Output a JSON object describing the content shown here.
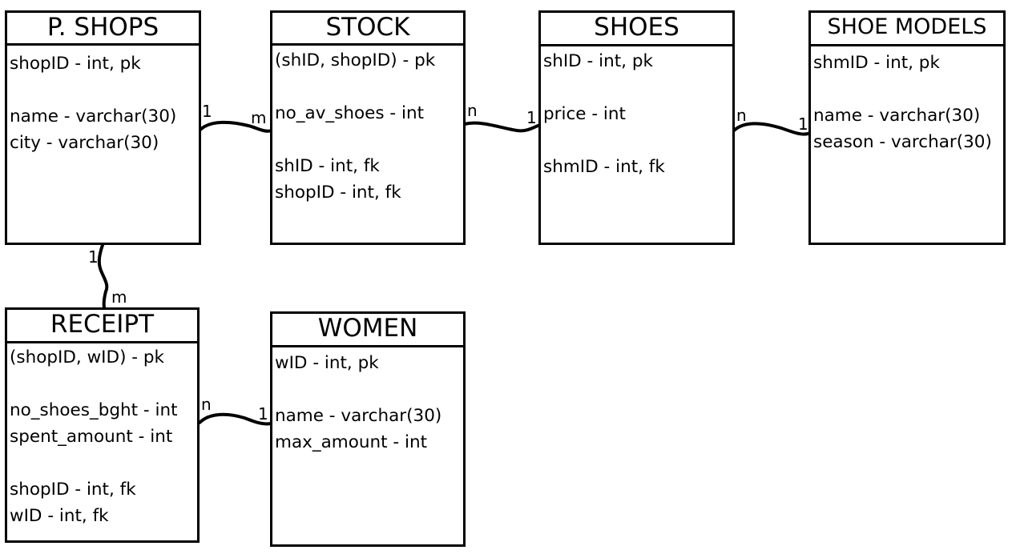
{
  "entities": {
    "shops": {
      "title": "P. SHOPS",
      "attributes": [
        "shopID - int, pk",
        "name - varchar(30)",
        "city - varchar(30)"
      ]
    },
    "stock": {
      "title": "STOCK",
      "attributes": [
        "(shID, shopID) - pk",
        "no_av_shoes - int",
        "shID - int, fk",
        "shopID - int, fk"
      ]
    },
    "shoes": {
      "title": "SHOES",
      "attributes": [
        "shID - int, pk",
        "price - int",
        "shmID - int, fk"
      ]
    },
    "shoe_models": {
      "title": "SHOE MODELS",
      "attributes": [
        "shmID - int, pk",
        "name - varchar(30)",
        "season - varchar(30)"
      ]
    },
    "receipt": {
      "title": "RECEIPT",
      "attributes": [
        "(shopID, wID) - pk",
        "no_shoes_bght - int",
        "spent_amount - int",
        "shopID - int, fk",
        "wID - int, fk"
      ]
    },
    "women": {
      "title": "WOMEN",
      "attributes": [
        "wID - int, pk",
        "name - varchar(30)",
        "max_amount - int"
      ]
    }
  },
  "relationships": [
    {
      "from": "P. SHOPS",
      "to": "STOCK",
      "from_card": "1",
      "to_card": "m"
    },
    {
      "from": "STOCK",
      "to": "SHOES",
      "from_card": "n",
      "to_card": "1"
    },
    {
      "from": "SHOES",
      "to": "SHOE MODELS",
      "from_card": "n",
      "to_card": "1"
    },
    {
      "from": "P. SHOPS",
      "to": "RECEIPT",
      "from_card": "1",
      "to_card": "m"
    },
    {
      "from": "RECEIPT",
      "to": "WOMEN",
      "from_card": "n",
      "to_card": "1"
    }
  ]
}
